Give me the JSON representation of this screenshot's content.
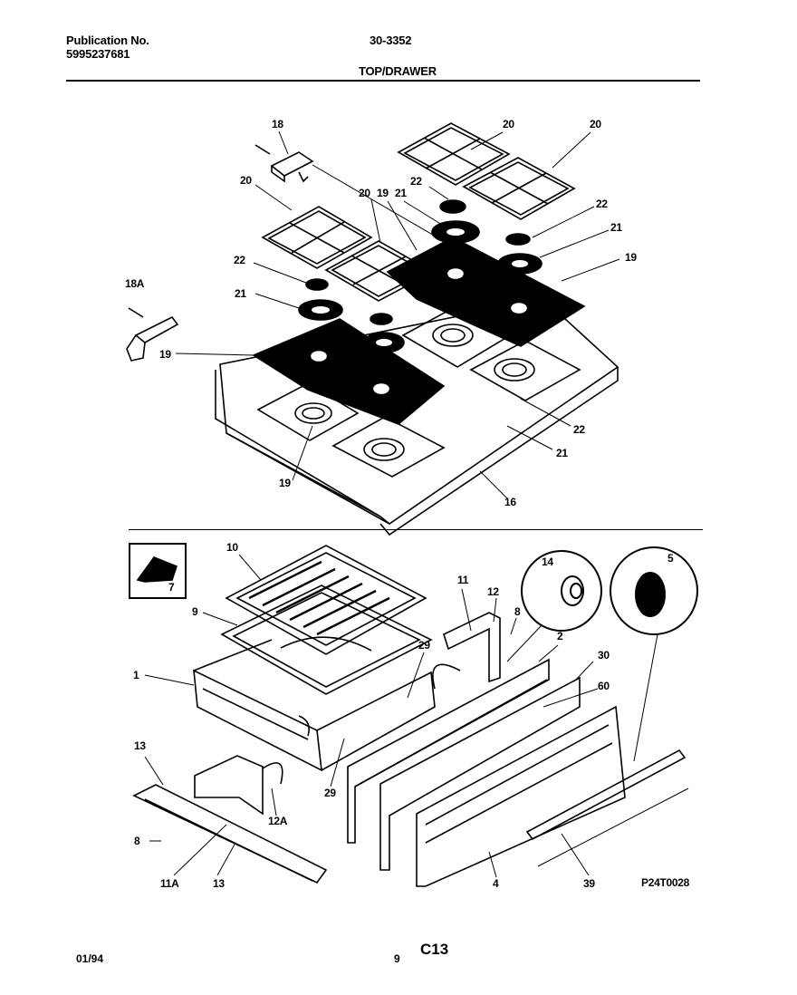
{
  "header": {
    "publication_label": "Publication No.",
    "publication_number": "5995237681",
    "model": "30-3352",
    "section": "TOP/DRAWER"
  },
  "part_labels": {
    "p18": "18",
    "p20a": "20",
    "p20b": "20",
    "p20c": "20",
    "p20d": "20",
    "p19a": "19",
    "p21a": "21",
    "p22a": "22",
    "p22b": "22",
    "p21b": "21",
    "p19b": "19",
    "p18a": "18A",
    "p22c": "22",
    "p21c": "21",
    "p19c": "19",
    "p22d": "22",
    "p21d": "21",
    "p19d": "19",
    "p16": "16",
    "p10": "10",
    "p7": "7",
    "p9": "9",
    "p1": "1",
    "p29a": "29",
    "p11": "11",
    "p12": "12",
    "p8a": "8",
    "p2": "2",
    "p30": "30",
    "p60": "60",
    "p14": "14",
    "p5": "5",
    "p13a": "13",
    "p12a": "12A",
    "p29b": "29",
    "p8b": "8",
    "p11a": "11A",
    "p13b": "13",
    "p4": "4",
    "p39": "39"
  },
  "diagram_code": "P24T0028",
  "footer": {
    "date": "01/94",
    "page": "9",
    "figure": "C13"
  }
}
